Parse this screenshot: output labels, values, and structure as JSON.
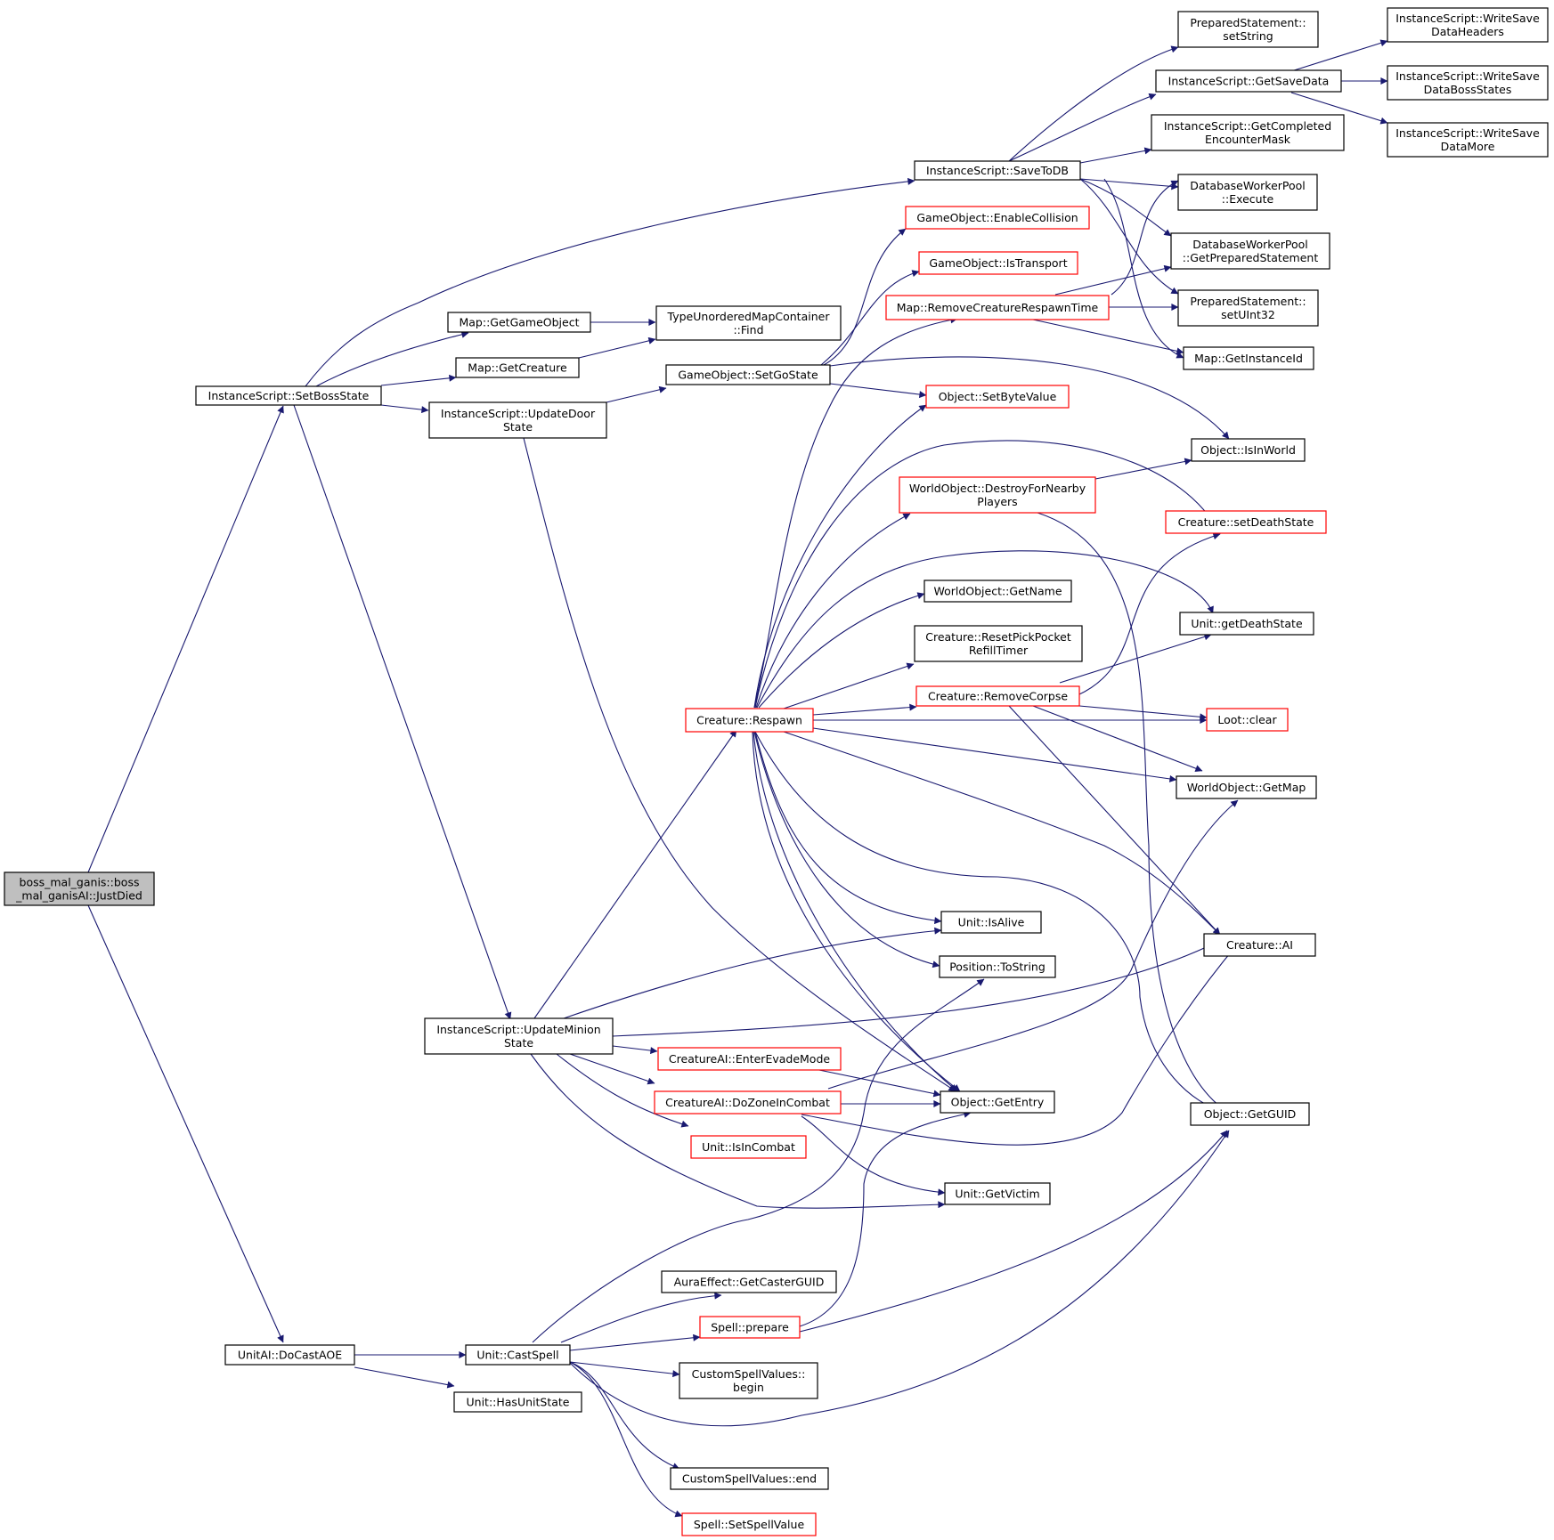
{
  "diagram": {
    "kind": "call-graph",
    "colors": {
      "edge": "#191970",
      "border": "#000000",
      "border_truncated": "#ff0000",
      "root_fill": "#bfbfbf",
      "node_fill": "#ffffff"
    },
    "nodes": {
      "root": {
        "label": [
          "boss_mal_ganis::boss",
          "_mal_ganisAI::JustDied"
        ],
        "style": "root"
      },
      "setBossState": {
        "label": [
          "InstanceScript::SetBossState"
        ]
      },
      "doCastAOE": {
        "label": [
          "UnitAI::DoCastAOE"
        ]
      },
      "getGameObject": {
        "label": [
          "Map::GetGameObject"
        ]
      },
      "getCreature": {
        "label": [
          "Map::GetCreature"
        ]
      },
      "updateDoorState": {
        "label": [
          "InstanceScript::UpdateDoor",
          "State"
        ]
      },
      "updateMinionState": {
        "label": [
          "InstanceScript::UpdateMinion",
          "State"
        ]
      },
      "typeFind": {
        "label": [
          "TypeUnorderedMapContainer",
          "::Find"
        ]
      },
      "setGoState": {
        "label": [
          "GameObject::SetGoState"
        ]
      },
      "castSpell": {
        "label": [
          "Unit::CastSpell"
        ]
      },
      "hasUnitState": {
        "label": [
          "Unit::HasUnitState"
        ]
      },
      "saveToDB": {
        "label": [
          "InstanceScript::SaveToDB"
        ]
      },
      "enableCollision": {
        "label": [
          "GameObject::EnableCollision"
        ],
        "style": "truncated"
      },
      "isTransport": {
        "label": [
          "GameObject::IsTransport"
        ],
        "style": "truncated"
      },
      "removeRespawn": {
        "label": [
          "Map::RemoveCreatureRespawnTime"
        ],
        "style": "truncated"
      },
      "setByteValue": {
        "label": [
          "Object::SetByteValue"
        ],
        "style": "truncated"
      },
      "destroyNearby": {
        "label": [
          "WorldObject::DestroyForNearby",
          "Players"
        ],
        "style": "truncated"
      },
      "getName": {
        "label": [
          "WorldObject::GetName"
        ]
      },
      "resetPickPocket": {
        "label": [
          "Creature::ResetPickPocket",
          "RefillTimer"
        ]
      },
      "removeCorpse": {
        "label": [
          "Creature::RemoveCorpse"
        ],
        "style": "truncated"
      },
      "respawn": {
        "label": [
          "Creature::Respawn"
        ],
        "style": "truncated"
      },
      "isAlive": {
        "label": [
          "Unit::IsAlive"
        ]
      },
      "toString": {
        "label": [
          "Position::ToString"
        ]
      },
      "enterEvade": {
        "label": [
          "CreatureAI::EnterEvadeMode"
        ],
        "style": "truncated"
      },
      "doZoneInCombat": {
        "label": [
          "CreatureAI::DoZoneInCombat"
        ],
        "style": "truncated"
      },
      "getEntry": {
        "label": [
          "Object::GetEntry"
        ]
      },
      "isInCombat": {
        "label": [
          "Unit::IsInCombat"
        ],
        "style": "truncated"
      },
      "getVictim": {
        "label": [
          "Unit::GetVictim"
        ]
      },
      "getCasterGUID": {
        "label": [
          "AuraEffect::GetCasterGUID"
        ]
      },
      "prepare": {
        "label": [
          "Spell::prepare"
        ],
        "style": "truncated"
      },
      "csvBegin": {
        "label": [
          "CustomSpellValues::",
          "begin"
        ]
      },
      "csvEnd": {
        "label": [
          "CustomSpellValues::end"
        ]
      },
      "setSpellValue": {
        "label": [
          "Spell::SetSpellValue"
        ],
        "style": "truncated"
      },
      "setString": {
        "label": [
          "PreparedStatement::",
          "setString"
        ]
      },
      "getSaveData": {
        "label": [
          "InstanceScript::GetSaveData"
        ]
      },
      "getCompletedMask": {
        "label": [
          "InstanceScript::GetCompleted",
          "EncounterMask"
        ]
      },
      "dbExecute": {
        "label": [
          "DatabaseWorkerPool",
          "::Execute"
        ]
      },
      "dbGetPrepared": {
        "label": [
          "DatabaseWorkerPool",
          "::GetPreparedStatement"
        ]
      },
      "setUInt32": {
        "label": [
          "PreparedStatement::",
          "setUInt32"
        ]
      },
      "getInstanceId": {
        "label": [
          "Map::GetInstanceId"
        ]
      },
      "isInWorld": {
        "label": [
          "Object::IsInWorld"
        ]
      },
      "setDeathState": {
        "label": [
          "Creature::setDeathState"
        ],
        "style": "truncated"
      },
      "getDeathState": {
        "label": [
          "Unit::getDeathState"
        ]
      },
      "lootClear": {
        "label": [
          "Loot::clear"
        ],
        "style": "truncated"
      },
      "getMap": {
        "label": [
          "WorldObject::GetMap"
        ]
      },
      "creatureAI": {
        "label": [
          "Creature::AI"
        ]
      },
      "getGUID": {
        "label": [
          "Object::GetGUID"
        ]
      },
      "writeHeaders": {
        "label": [
          "InstanceScript::WriteSave",
          "DataHeaders"
        ]
      },
      "writeBoss": {
        "label": [
          "InstanceScript::WriteSave",
          "DataBossStates"
        ]
      },
      "writeMore": {
        "label": [
          "InstanceScript::WriteSave",
          "DataMore"
        ]
      }
    }
  }
}
